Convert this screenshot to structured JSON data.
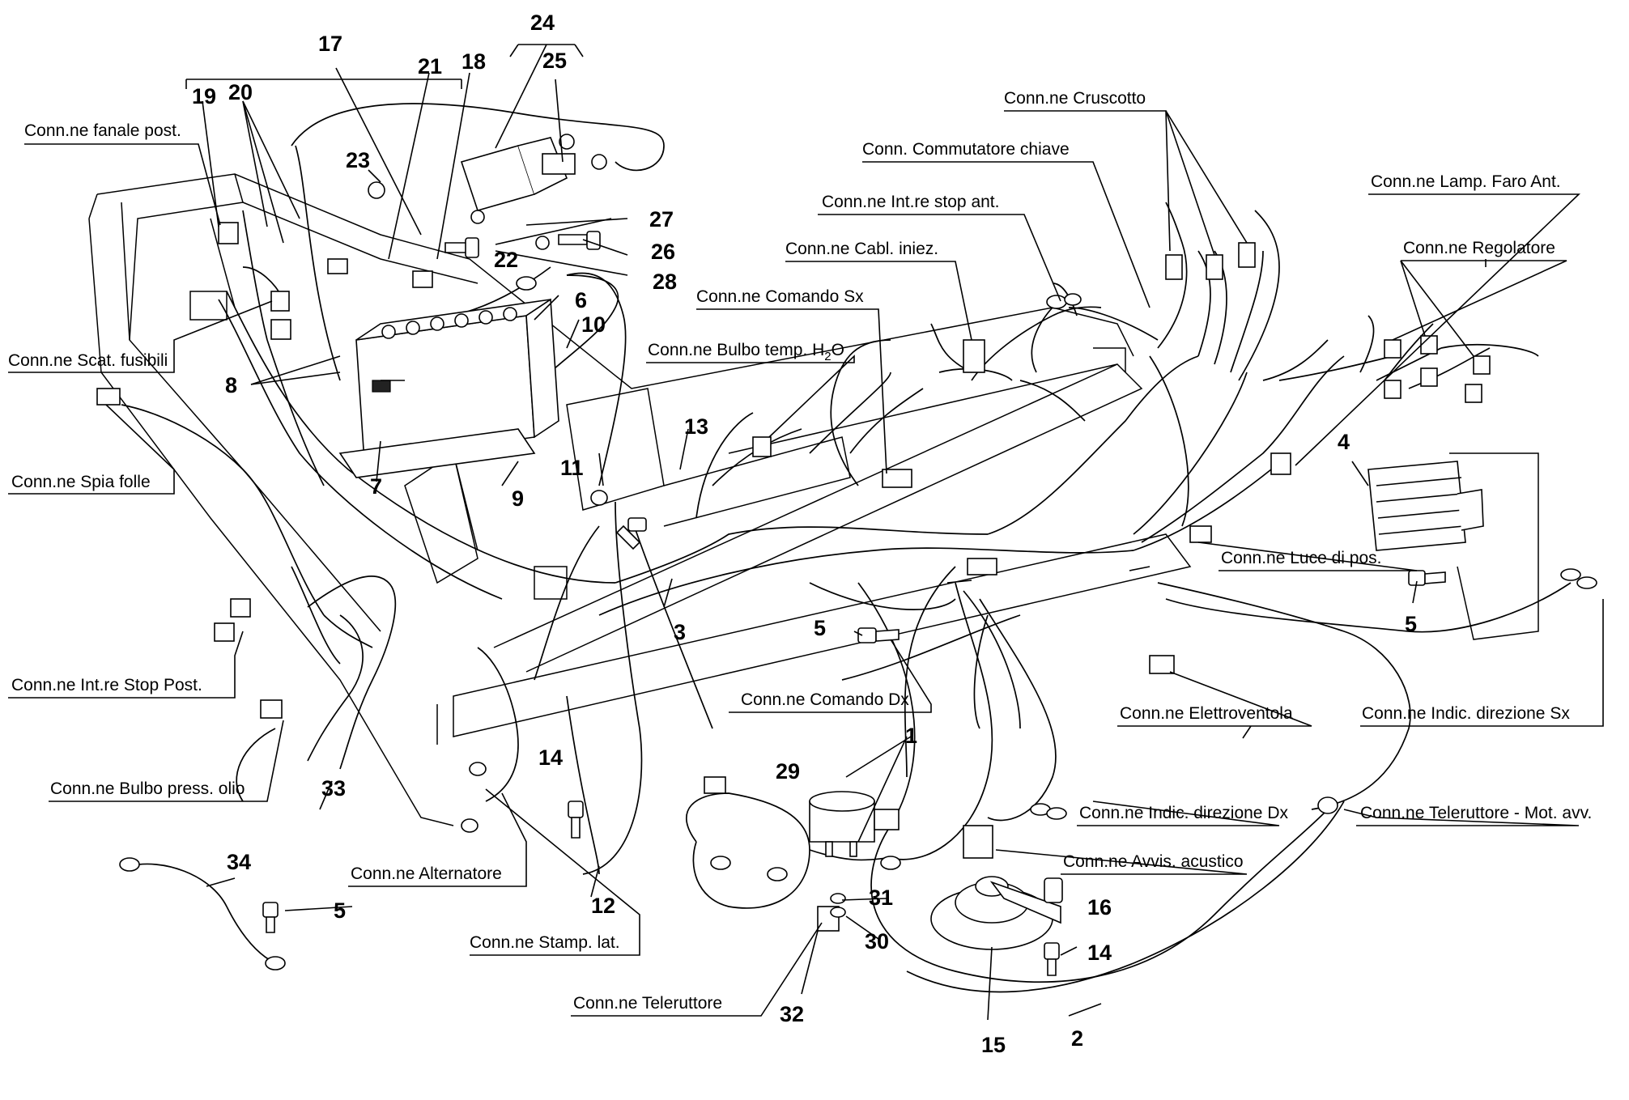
{
  "diagram": {
    "connector_labels": {
      "fanale_post": "Conn.ne fanale post.",
      "scat_fusibili": "Conn.ne Scat. fusibili",
      "spia_folle": "Conn.ne Spia folle",
      "int_stop_post": "Conn.ne Int.re Stop Post.",
      "bulbo_press_olio": "Conn.ne Bulbo press. olio",
      "alternatore": "Conn.ne Alternatore",
      "stamp_lat": "Conn.ne Stamp. lat.",
      "teleruttore": "Conn.ne Teleruttore",
      "comando_dx": "Conn.ne Comando Dx",
      "comando_sx": "Conn.ne Comando Sx",
      "bulbo_temp_h2o": "Conn.ne Bulbo temp. H",
      "bulbo_temp_sub": "2",
      "bulbo_temp_o": "O",
      "cabl_iniez": "Conn.ne Cabl. iniez.",
      "int_stop_ant": "Conn.ne Int.re stop ant.",
      "commutatore_chiave": "Conn. Commutatore chiave",
      "cruscotto": "Conn.ne Cruscotto",
      "lamp_faro_ant": "Conn.ne Lamp. Faro Ant.",
      "regolatore": "Conn.ne Regolatore",
      "luce_di_pos": "Conn.ne Luce di pos.",
      "elettroventola": "Conn.ne Elettroventola",
      "indic_direzione_sx": "Conn.ne Indic. direzione Sx",
      "indic_direzione_dx": "Conn.ne Indic. direzione Dx",
      "teleruttore_mot_avv": "Conn.ne Teleruttore - Mot. avv.",
      "avvis_acustico": "Conn.ne Avvis. acustico"
    },
    "part_numbers": {
      "n1": "1",
      "n2": "2",
      "n3": "3",
      "n4": "4",
      "n5a": "5",
      "n5b": "5",
      "n5c": "5",
      "n6": "6",
      "n7": "7",
      "n8": "8",
      "n9": "9",
      "n10": "10",
      "n11": "11",
      "n12": "12",
      "n13": "13",
      "n14a": "14",
      "n14b": "14",
      "n15": "15",
      "n16": "16",
      "n17": "17",
      "n18": "18",
      "n19": "19",
      "n20": "20",
      "n21": "21",
      "n22": "22",
      "n23": "23",
      "n24": "24",
      "n25": "25",
      "n26": "26",
      "n27": "27",
      "n28": "28",
      "n29": "29",
      "n30": "30",
      "n31": "31",
      "n32": "32",
      "n33": "33",
      "n34": "34"
    }
  }
}
